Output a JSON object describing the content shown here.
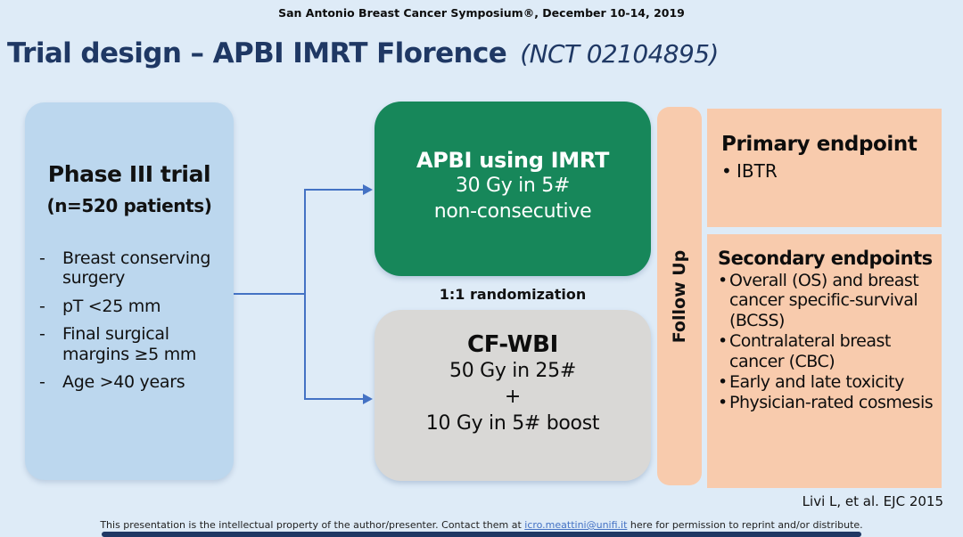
{
  "header": {
    "symposium": "San Antonio Breast Cancer Symposium®, December 10-14, 2019"
  },
  "title": {
    "main": "Trial design – APBI IMRT Florence",
    "nct": "(NCT 02104895)"
  },
  "glyphs": {
    "dash": "-",
    "dot": "•"
  },
  "phase_box": {
    "title": "Phase III trial",
    "subtitle": "(n=520 patients)",
    "items": [
      "Breast conserving surgery",
      "pT <25 mm",
      "Final surgical margins ≥5 mm",
      "Age >40 years"
    ]
  },
  "apbi_box": {
    "title": "APBI using IMRT",
    "line1": "30 Gy in 5#",
    "line2": "non-consecutive"
  },
  "randomization_label": "1:1 randomization",
  "cfwbi_box": {
    "title": "CF-WBI",
    "line1": "50 Gy in 25#",
    "line2": "+",
    "line3": "10 Gy in 5# boost"
  },
  "followup_label": "Follow Up",
  "primary_box": {
    "title": "Primary endpoint",
    "items": [
      "IBTR"
    ]
  },
  "secondary_box": {
    "title": "Secondary endpoints",
    "items": [
      "Overall (OS) and breast cancer specific-survival (BCSS)",
      "Contralateral breast cancer (CBC)",
      "Early and late toxicity",
      "Physician-rated cosmesis"
    ]
  },
  "citation": "Livi L, et al. EJC 2015",
  "footer": {
    "pre": "This presentation is the intellectual property of the author/presenter. Contact them at ",
    "link": "icro.meattini@unifi.it",
    "post": " here for permission to reprint and/or distribute."
  },
  "colors": {
    "background": "#DEEBF7",
    "title_navy": "#1F3864",
    "phase_blue": "#BCD7EE",
    "apbi_green": "#17875A",
    "cfwbi_gray": "#D9D8D6",
    "endpoint_peach": "#F8CBAD",
    "connector_blue": "#4472C4",
    "link_blue": "#4472C4",
    "bottom_bar_navy": "#1F3864"
  }
}
